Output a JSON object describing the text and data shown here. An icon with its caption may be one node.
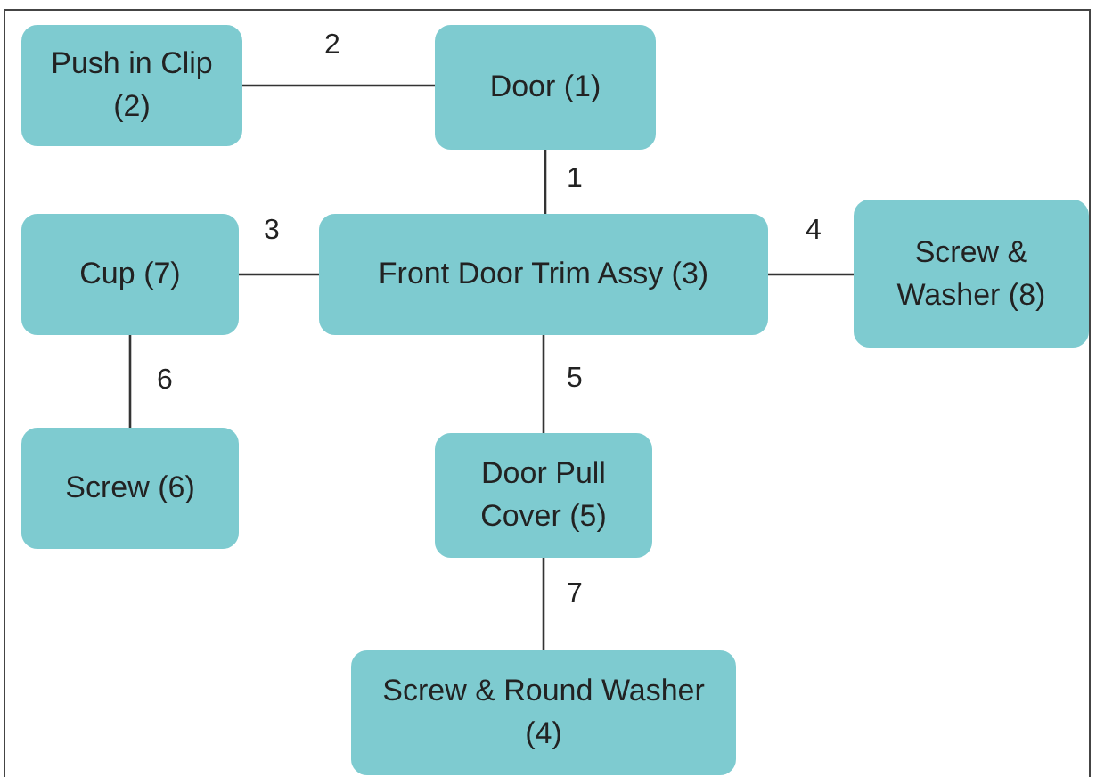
{
  "diagram": {
    "nodes": [
      {
        "text": [
          "Push in Clip (2)"
        ]
      },
      {
        "text": [
          "Door (1)"
        ]
      },
      {
        "text": [
          "Cup (7)"
        ]
      },
      {
        "text": [
          "Front Door Trim Assy (3)"
        ]
      },
      {
        "text": [
          "Screw & Washer (8)"
        ]
      },
      {
        "text": [
          "Screw (6)"
        ]
      },
      {
        "text": [
          "Door Pull Cover (5)"
        ]
      },
      {
        "text": [
          "Screw & Round Washer (4)"
        ]
      }
    ],
    "edges": [
      {
        "from": 0,
        "to": 1,
        "arrow": "none",
        "label": "2"
      },
      {
        "from": 1,
        "to": 3,
        "arrow": "none",
        "label": "1"
      },
      {
        "from": 2,
        "to": 3,
        "arrow": "none",
        "label": "3"
      },
      {
        "from": 3,
        "to": 4,
        "arrow": "none",
        "label": "4"
      },
      {
        "from": 2,
        "to": 5,
        "arrow": "none",
        "label": "6"
      },
      {
        "from": 3,
        "to": 6,
        "arrow": "none",
        "label": "5"
      },
      {
        "from": 6,
        "to": 7,
        "arrow": "none",
        "label": "7"
      }
    ]
  }
}
